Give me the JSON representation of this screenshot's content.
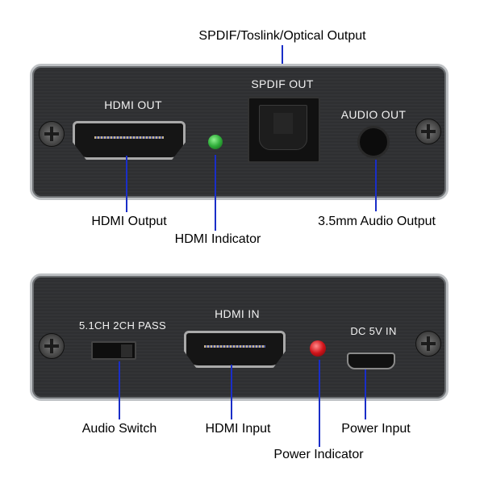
{
  "top_panel": {
    "labels": {
      "hdmi_out": "HDMI OUT",
      "spdif_out": "SPDIF OUT",
      "audio_out": "AUDIO OUT"
    },
    "callouts": {
      "spdif": "SPDIF/Toslink/Optical Output",
      "hdmi_output": "HDMI Output",
      "hdmi_indicator": "HDMI Indicator",
      "audio_output": "3.5mm Audio Output"
    },
    "led_color": "#2fae3a"
  },
  "bottom_panel": {
    "labels": {
      "switch": "5.1CH  2CH PASS",
      "hdmi_in": "HDMI  IN",
      "dc_in": "DC 5V  IN"
    },
    "callouts": {
      "audio_switch": "Audio Switch",
      "hdmi_input": "HDMI Input",
      "power_indicator": "Power Indicator",
      "power_input": "Power Input"
    },
    "led_color": "#d0141a"
  },
  "callout_line_color": "#1a2ec8"
}
